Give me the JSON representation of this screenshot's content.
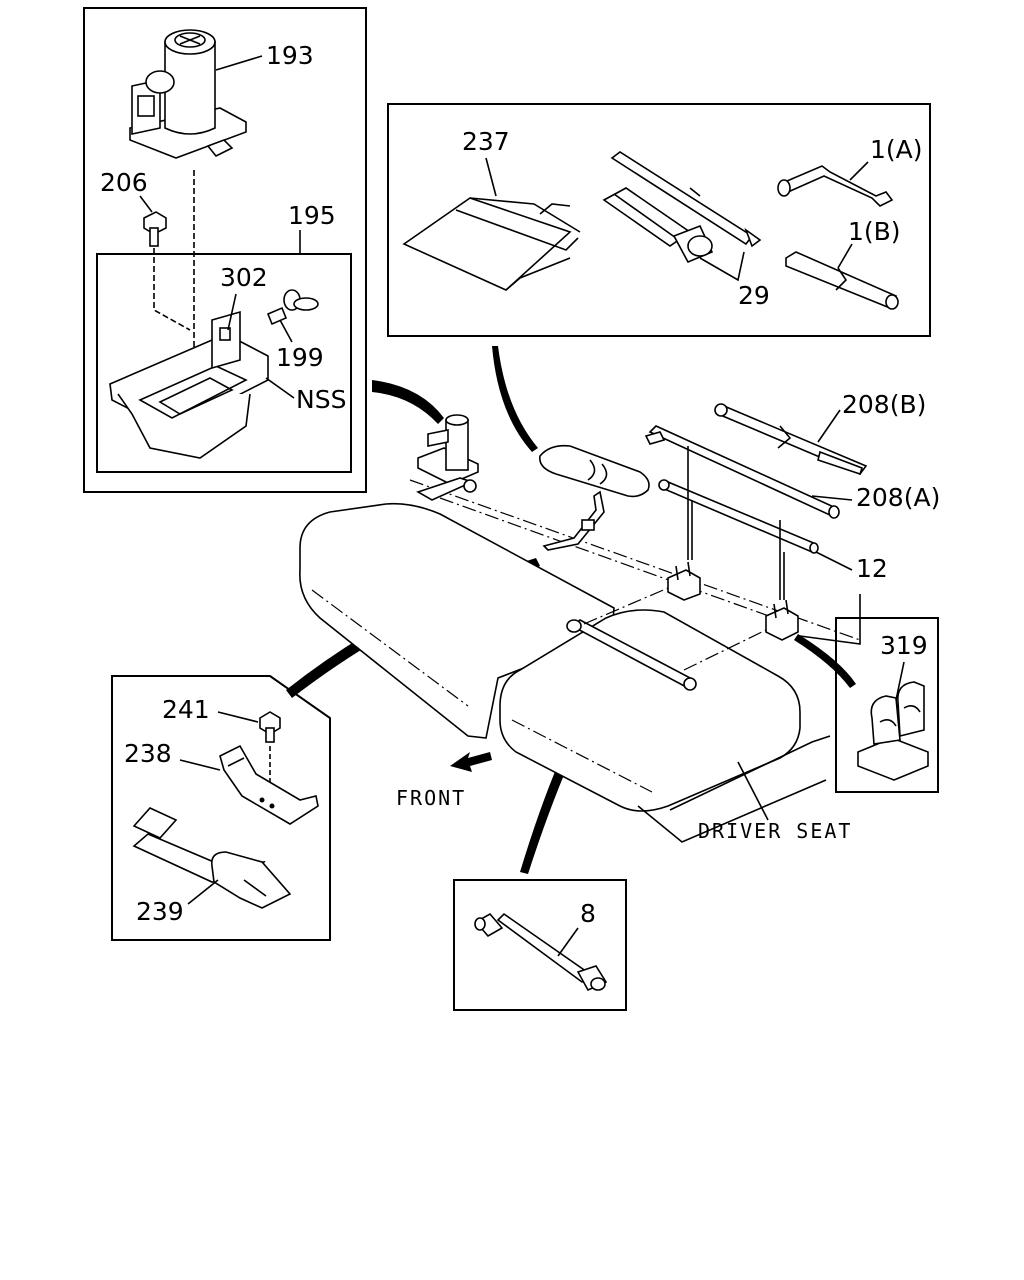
{
  "callouts": {
    "p193": "193",
    "p206": "206",
    "p195": "195",
    "p302": "302",
    "p199": "199",
    "nss": "NSS",
    "p237": "237",
    "p1a": "1(A)",
    "p1b": "1(B)",
    "p29": "29",
    "p208b": "208(B)",
    "p208a": "208(A)",
    "p12": "12",
    "p319": "319",
    "p241": "241",
    "p238": "238",
    "p239": "239",
    "p8": "8"
  },
  "annotations": {
    "front": "FRONT",
    "driver_seat": "DRIVER SEAT"
  }
}
